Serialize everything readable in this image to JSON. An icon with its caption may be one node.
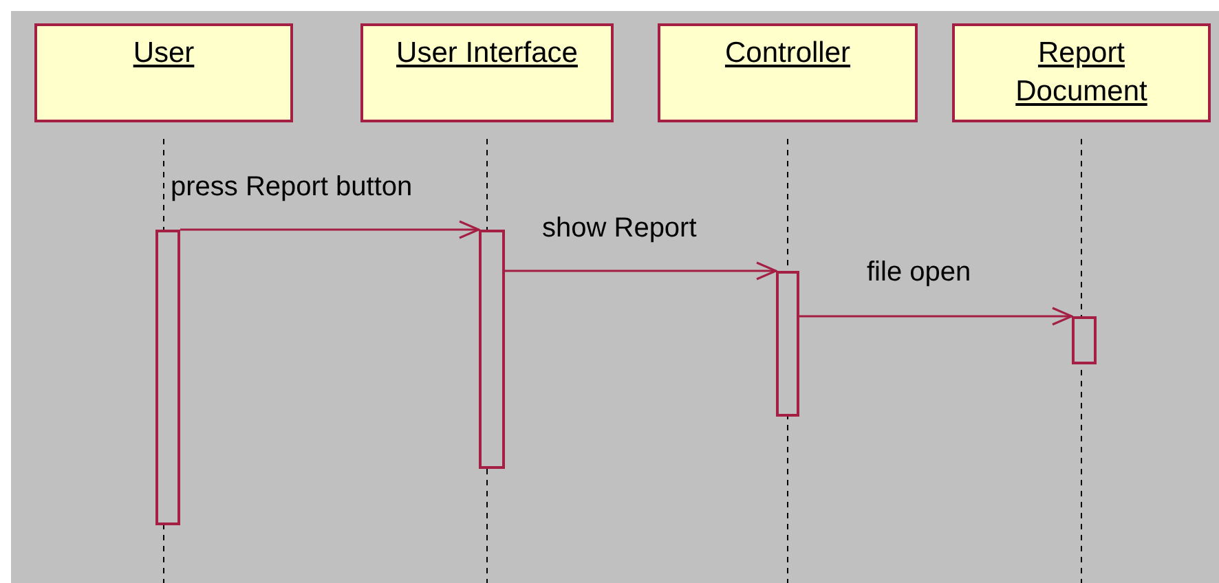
{
  "diagram": {
    "nodes": [
      {
        "text": [
          "User"
        ]
      },
      {
        "text": [
          "User Interface"
        ]
      },
      {
        "text": [
          "Controller"
        ]
      },
      {
        "text": [
          "Report Document"
        ]
      },
      {
        "text": [],
        "shape": "bar"
      },
      {
        "text": [],
        "shape": "bar"
      },
      {
        "text": [],
        "shape": "bar"
      },
      {
        "text": [],
        "shape": "bar"
      }
    ],
    "edges": [
      {
        "from": 4,
        "to": 5,
        "arrow": "to",
        "label": "press Report button"
      },
      {
        "from": 5,
        "to": 6,
        "arrow": "to",
        "label": "show Report"
      },
      {
        "from": 6,
        "to": 7,
        "arrow": "to",
        "label": "file open"
      }
    ]
  }
}
